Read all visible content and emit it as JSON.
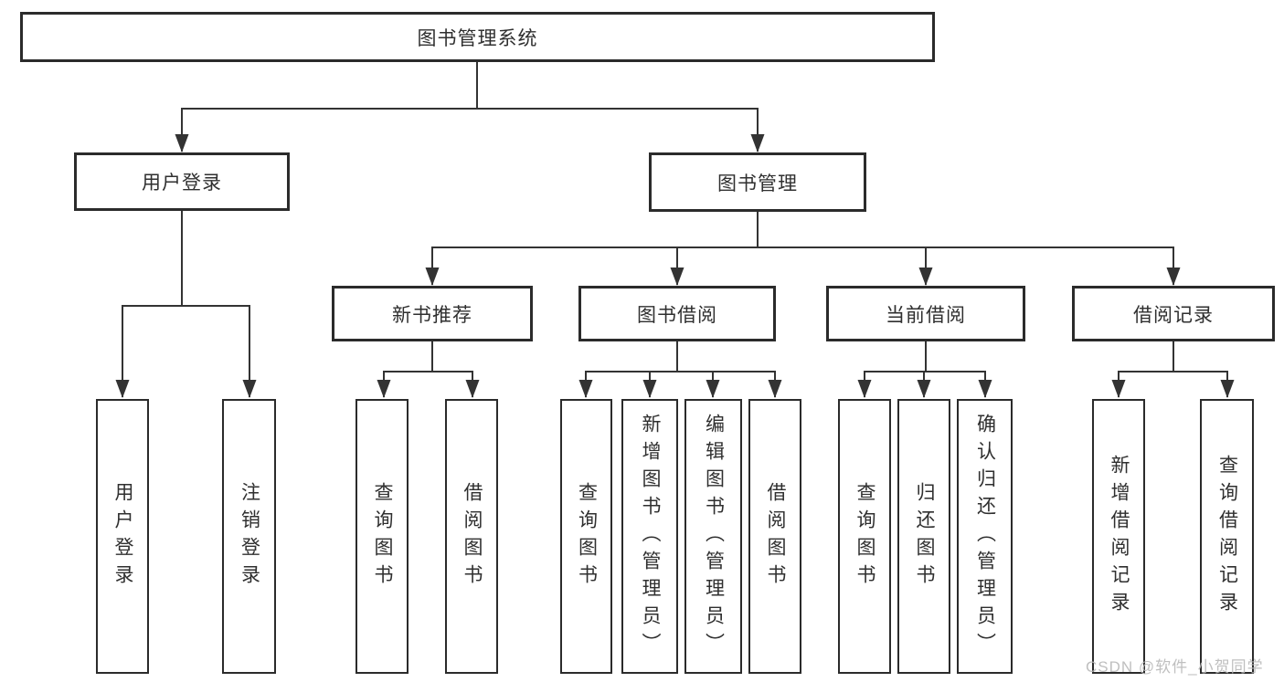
{
  "tree": {
    "root": "图书管理系统",
    "branches": [
      {
        "label": "用户登录",
        "children": [
          "用户登录",
          "注销登录"
        ]
      },
      {
        "label": "图书管理",
        "children": [
          {
            "label": "新书推荐",
            "children": [
              "查询图书",
              "借阅图书"
            ]
          },
          {
            "label": "图书借阅",
            "children": [
              "查询图书",
              "新增图书（管理员）",
              "编辑图书（管理员）",
              "借阅图书"
            ]
          },
          {
            "label": "当前借阅",
            "children": [
              "查询图书",
              "归还图书",
              "确认归还（管理员）"
            ]
          },
          {
            "label": "借阅记录",
            "children": [
              "新增借阅记录",
              "查询借阅记录"
            ]
          }
        ]
      }
    ]
  },
  "watermark": "CSDN @软件_小贺同学",
  "colors": {
    "line": "#333333",
    "box_border": "#2b2b2b",
    "text": "#2f2f2f",
    "watermark": "#b9b9b9",
    "background": "#ffffff"
  }
}
